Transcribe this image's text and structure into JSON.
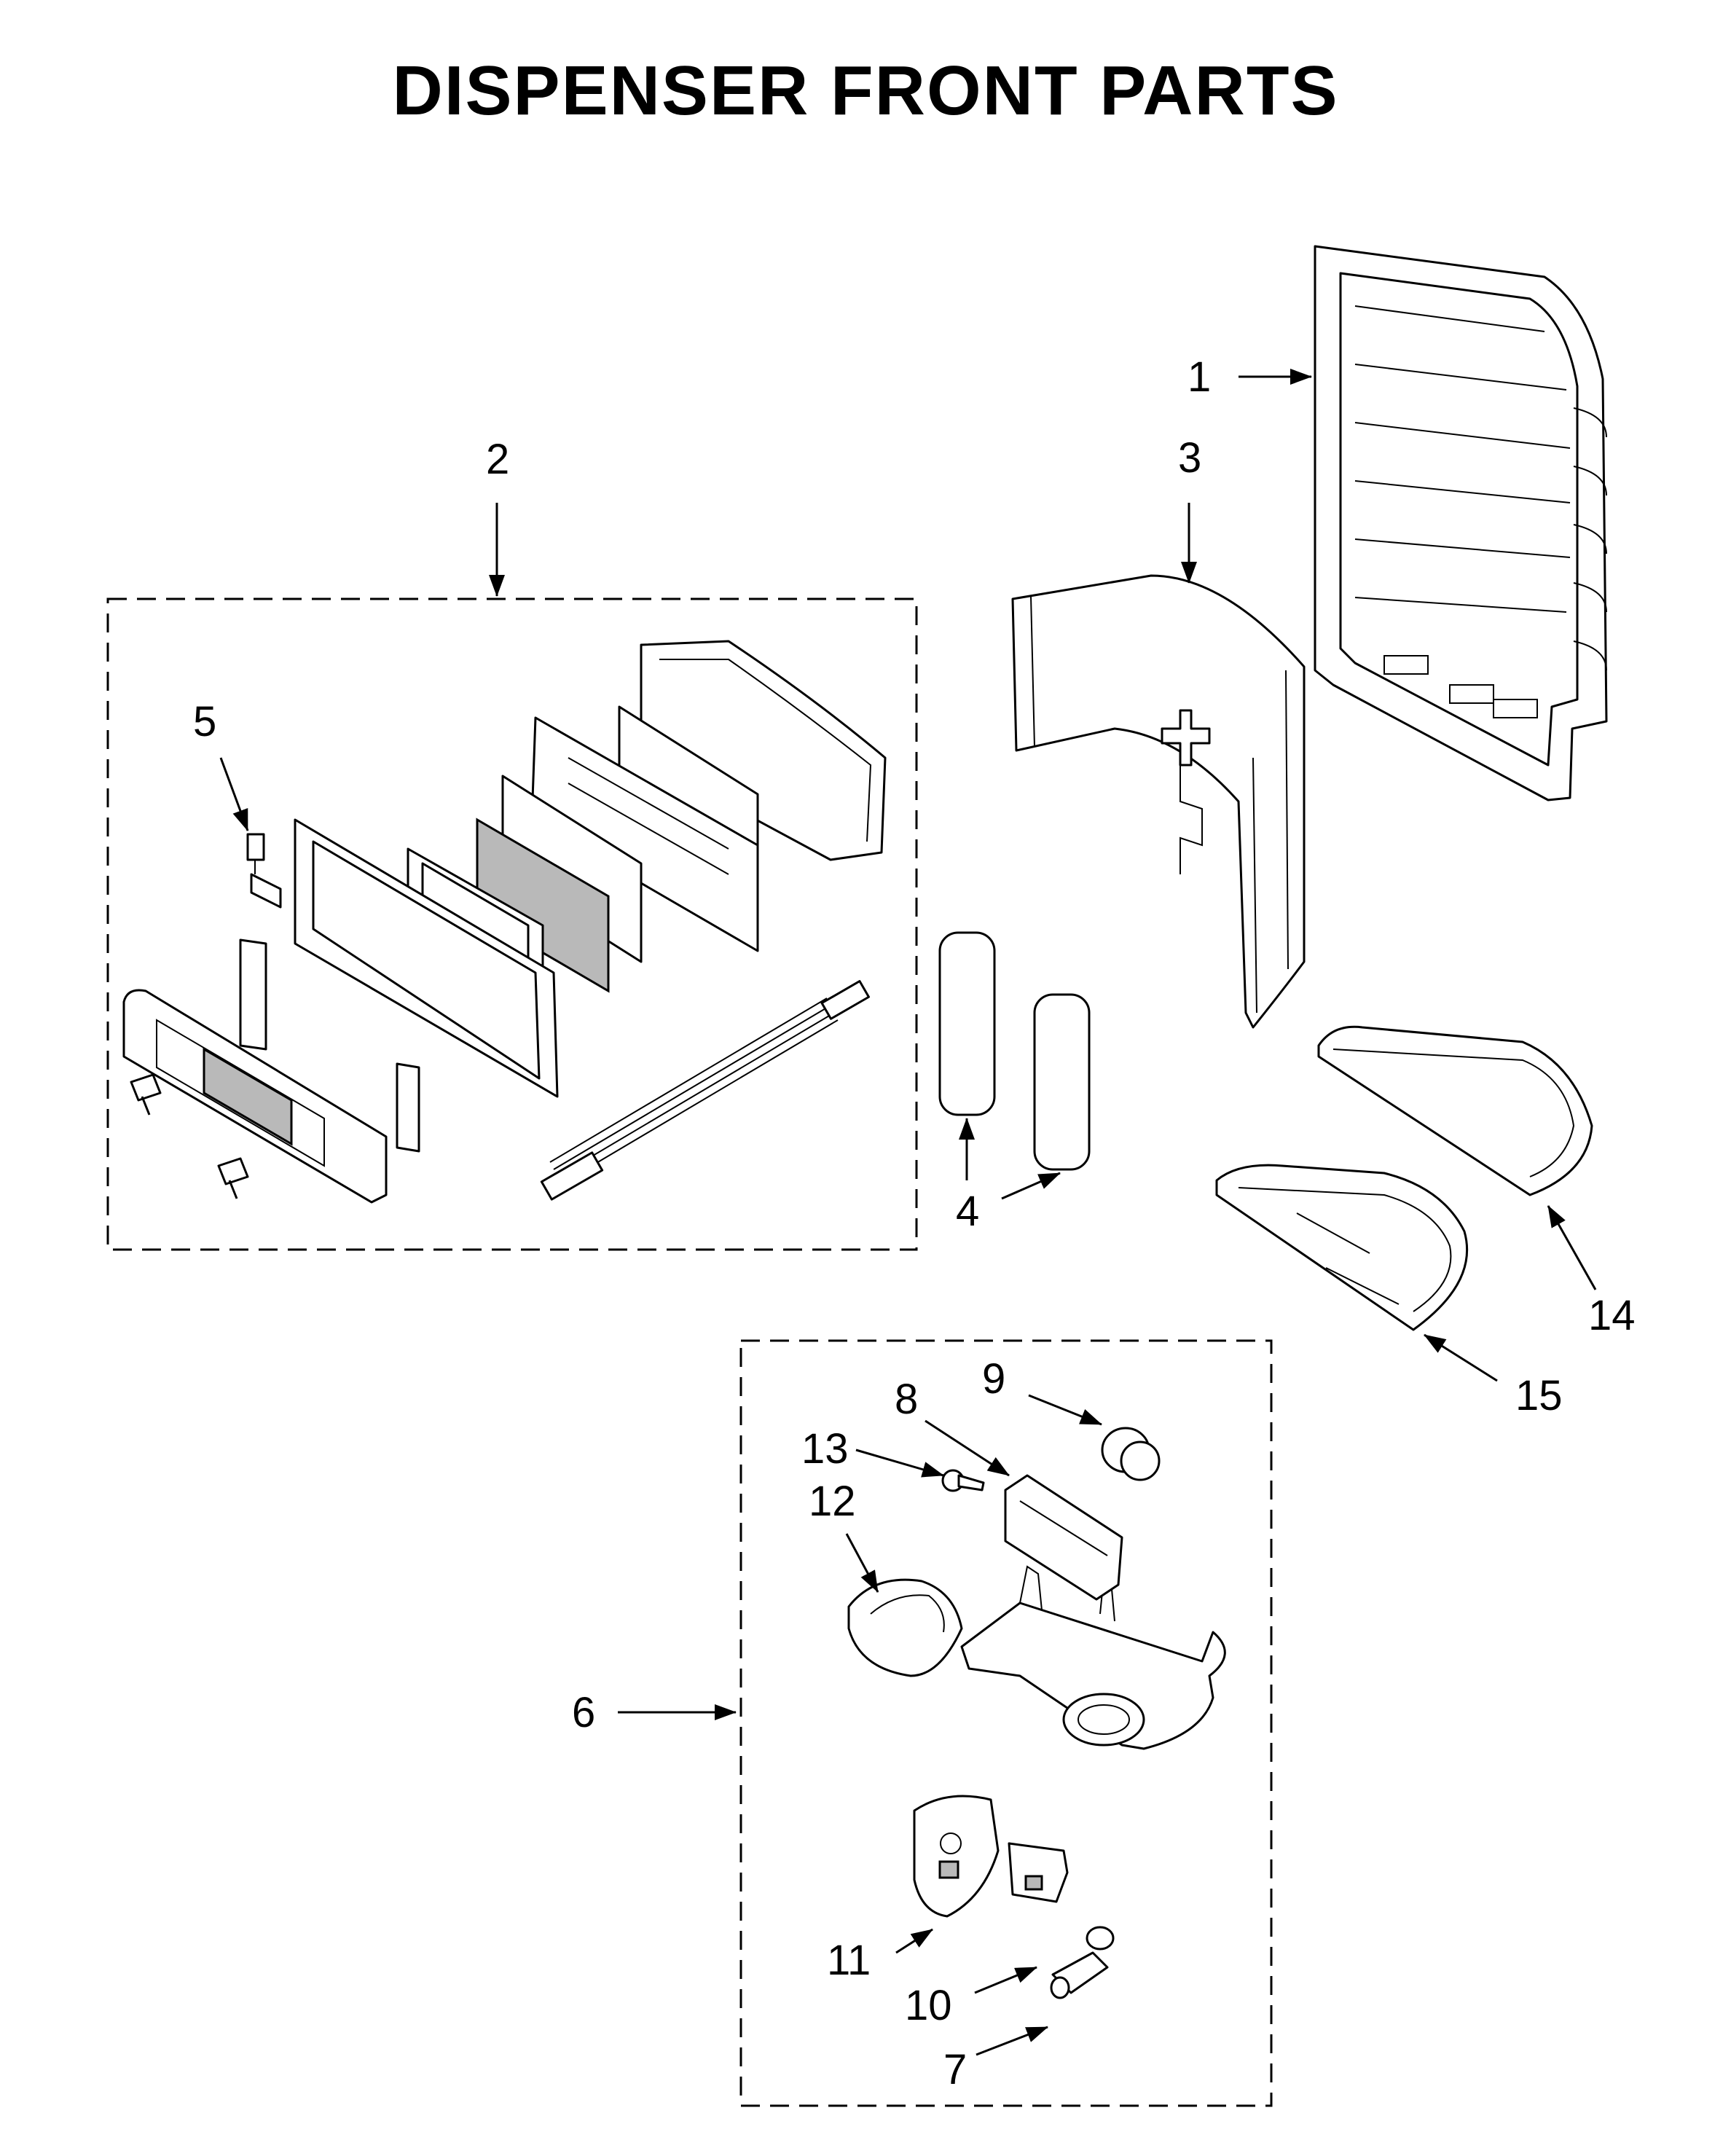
{
  "title": "DISPENSER FRONT PARTS",
  "callouts": [
    {
      "id": "1",
      "label": "1"
    },
    {
      "id": "2",
      "label": "2"
    },
    {
      "id": "3",
      "label": "3"
    },
    {
      "id": "4",
      "label": "4"
    },
    {
      "id": "5",
      "label": "5"
    },
    {
      "id": "6",
      "label": "6"
    },
    {
      "id": "7",
      "label": "7"
    },
    {
      "id": "8",
      "label": "8"
    },
    {
      "id": "9",
      "label": "9"
    },
    {
      "id": "10",
      "label": "10"
    },
    {
      "id": "11",
      "label": "11"
    },
    {
      "id": "12",
      "label": "12"
    },
    {
      "id": "13",
      "label": "13"
    },
    {
      "id": "14",
      "label": "14"
    },
    {
      "id": "15",
      "label": "15"
    }
  ]
}
